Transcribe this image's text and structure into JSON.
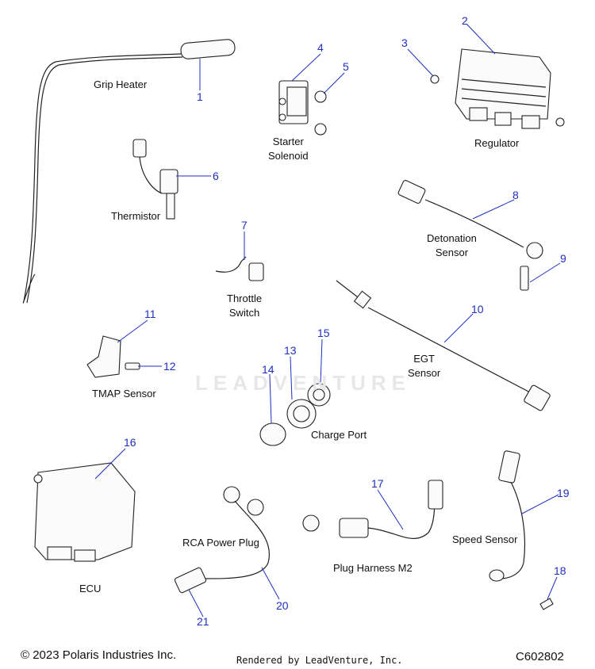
{
  "diagram": {
    "callouts": [
      {
        "id": "1",
        "text": "1"
      },
      {
        "id": "2",
        "text": "2"
      },
      {
        "id": "3",
        "text": "3"
      },
      {
        "id": "4",
        "text": "4"
      },
      {
        "id": "5",
        "text": "5"
      },
      {
        "id": "6",
        "text": "6"
      },
      {
        "id": "7",
        "text": "7"
      },
      {
        "id": "8",
        "text": "8"
      },
      {
        "id": "9",
        "text": "9"
      },
      {
        "id": "10",
        "text": "10"
      },
      {
        "id": "11",
        "text": "11"
      },
      {
        "id": "12",
        "text": "12"
      },
      {
        "id": "13",
        "text": "13"
      },
      {
        "id": "14",
        "text": "14"
      },
      {
        "id": "15",
        "text": "15"
      },
      {
        "id": "16",
        "text": "16"
      },
      {
        "id": "17",
        "text": "17"
      },
      {
        "id": "18",
        "text": "18"
      },
      {
        "id": "19",
        "text": "19"
      },
      {
        "id": "20",
        "text": "20"
      },
      {
        "id": "21",
        "text": "21"
      }
    ],
    "labels": {
      "grip_heater": "Grip Heater",
      "starter_solenoid_1": "Starter",
      "starter_solenoid_2": "Solenoid",
      "regulator": "Regulator",
      "thermistor": "Thermistor",
      "detonation_1": "Detonation",
      "detonation_2": "Sensor",
      "throttle_1": "Throttle",
      "throttle_2": "Switch",
      "egt_1": "EGT",
      "egt_2": "Sensor",
      "tmap": "TMAP Sensor",
      "charge_port": "Charge Port",
      "ecu": "ECU",
      "rca": "RCA Power Plug",
      "plug_harness": "Plug Harness M2",
      "speed_sensor": "Speed Sensor"
    },
    "colors": {
      "callout": "#1f2fbf",
      "line": "#222222"
    }
  },
  "footer": {
    "copyright": "© 2023 Polaris Industries Inc.",
    "rendered": "Rendered by LeadVenture, Inc.",
    "code": "C602802"
  },
  "watermark": "LEADVENTURE"
}
